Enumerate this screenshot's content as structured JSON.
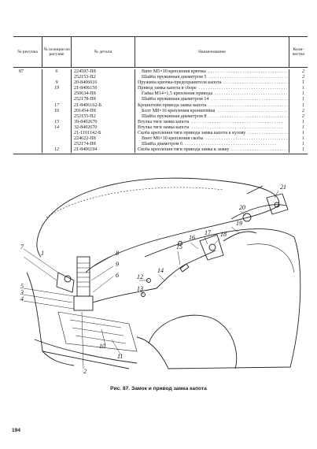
{
  "headers": {
    "fig": "№ рисунка",
    "pos": "№ позиции на рисунке",
    "part": "№ детали",
    "name": "Наименование",
    "qty": "Коли-чество"
  },
  "rows": [
    {
      "fig": "87",
      "pos": "6",
      "part": "224597-П8",
      "name": "Винт М5×10 крепления крючка",
      "qty": "2",
      "indent": true
    },
    {
      "fig": "",
      "pos": "",
      "part": "252153-П2",
      "name": "Шайба пружинная диаметром 5",
      "qty": "2",
      "indent": true
    },
    {
      "fig": "",
      "pos": "9",
      "part": "20-8406616",
      "name": "Пружина крючка-предохранителя капота",
      "qty": "1",
      "indent": false
    },
    {
      "fig": "",
      "pos": "19",
      "part": "21-8406150",
      "name": "Привод замка капота в сборе",
      "qty": "1",
      "indent": false
    },
    {
      "fig": "",
      "pos": "",
      "part": "250634-П8",
      "name": "Гайка М14×1,5 крепления привода",
      "qty": "1",
      "indent": true
    },
    {
      "fig": "",
      "pos": "",
      "part": "252178-П8",
      "name": "Шайба пружинная диаметром 14",
      "qty": "1",
      "indent": true
    },
    {
      "fig": "",
      "pos": "17",
      "part": "21-8406162-Б",
      "name": "Кронштейн привода замка капота",
      "qty": "1",
      "indent": false
    },
    {
      "fig": "",
      "pos": "16",
      "part": "201454-П8",
      "name": "Болт М8×16 крепления кронштейна",
      "qty": "2",
      "indent": true
    },
    {
      "fig": "",
      "pos": "",
      "part": "252155-П2",
      "name": "Шайба пружинная диаметром 8",
      "qty": "2",
      "indent": true
    },
    {
      "fig": "",
      "pos": "15",
      "part": "39-8402670",
      "name": "Втулка тяги замка капота",
      "qty": "1",
      "indent": false
    },
    {
      "fig": "",
      "pos": "14",
      "part": "32-8402670",
      "name": "Втулка тяги замка капота",
      "qty": "1",
      "indent": false
    },
    {
      "fig": "",
      "pos": "",
      "part": "21-1101142-Б",
      "name": "Скоба крепления тяги привода замка капота к кузову",
      "qty": "1",
      "indent": false
    },
    {
      "fig": "",
      "pos": "",
      "part": "224622-П8",
      "name": "Винт М6×10 крепления скобы",
      "qty": "1",
      "indent": true
    },
    {
      "fig": "",
      "pos": "",
      "part": "252174-П8",
      "name": "Шайба диаметром 6",
      "qty": "1",
      "indent": true
    },
    {
      "fig": "",
      "pos": "12",
      "part": "21-8406194",
      "name": "Скоба крепления тяги привода замка к замку",
      "qty": "1",
      "indent": false
    }
  ],
  "figure": {
    "callouts": [
      "1",
      "2",
      "3",
      "4",
      "5",
      "6",
      "7",
      "8",
      "9",
      "10",
      "11",
      "12",
      "13",
      "14",
      "15",
      "16",
      "17",
      "18",
      "19",
      "20",
      "21"
    ],
    "caption": "Рис. 87. Замок и привод замка капота"
  },
  "page_number": "194"
}
